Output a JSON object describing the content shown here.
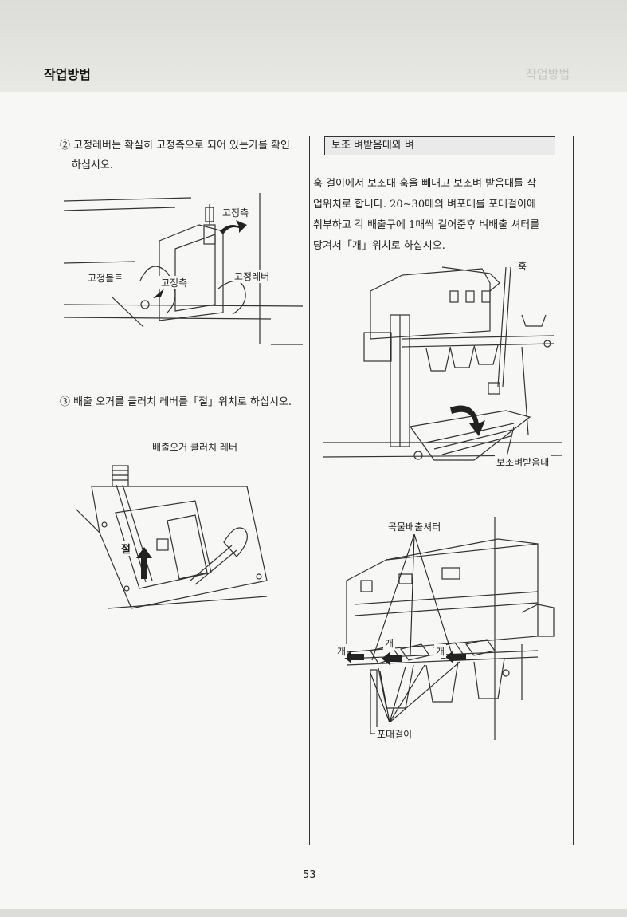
{
  "header": {
    "title": "작업방법",
    "ghost_title": "작업방법"
  },
  "left": {
    "step2": {
      "line1": "② 고정레버는 확실히 고정측으로 되어 있는가를 확인",
      "line2": "하십시오."
    },
    "fig1": {
      "label_side": "고정측",
      "label_bolt": "고정볼트",
      "label_side2": "고정측",
      "label_lever": "고정레버"
    },
    "step3": {
      "text": "③ 배출 오거를 클러치 레버를「절」위치로 하십시오."
    },
    "fig2": {
      "label_lever": "배출오거 클러치 레버",
      "label_off": "절"
    }
  },
  "right": {
    "section_title": "보조 벼받음대와 벼",
    "para": [
      "훅 걸이에서 보조대 훅을 빼내고 보조벼 받음대를 작",
      "업위치로 합니다. 20∼30매의 벼포대를 포대걸이에",
      "취부하고 각 배출구에 1매씩 걸어준후 벼배출 셔터를",
      "당겨서「개」위치로 하십시오."
    ],
    "fig3": {
      "label_hook": "훅",
      "label_tray": "보조벼받음대"
    },
    "fig4": {
      "label_shutter": "곡물배출셔터",
      "label_open1": "개",
      "label_open2": "개",
      "label_open3": "개",
      "label_hanger": "포대걸이"
    }
  },
  "footer": {
    "page_number": "53"
  }
}
